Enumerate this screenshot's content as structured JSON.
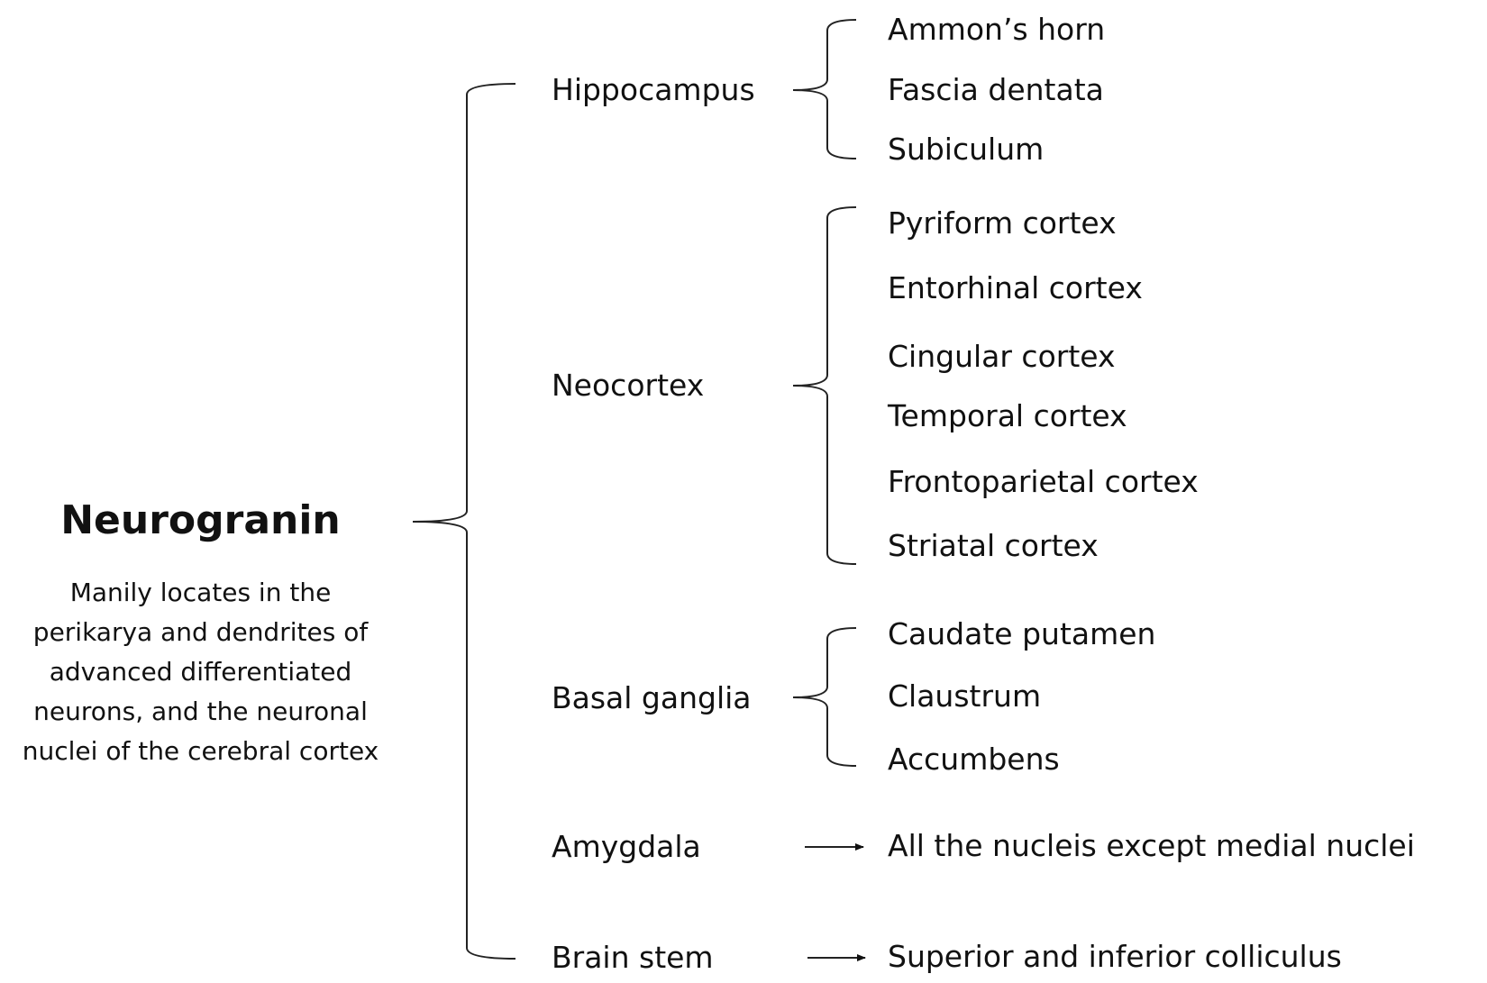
{
  "root": {
    "title": "Neurogranin",
    "description_lines": [
      "Manily locates in the",
      "perikarya and dendrites of",
      "advanced differentiated",
      "neurons, and the neuronal",
      "nuclei of the cerebral cortex"
    ]
  },
  "regions": [
    {
      "label": "Hippocampus",
      "connector": "brace",
      "children": [
        "Ammon’s horn",
        "Fascia dentata",
        "Subiculum"
      ]
    },
    {
      "label": "Neocortex",
      "connector": "brace",
      "children": [
        "Pyriform cortex",
        "Entorhinal cortex",
        "Cingular cortex",
        "Temporal cortex",
        "Frontoparietal cortex",
        "Striatal cortex"
      ]
    },
    {
      "label": "Basal ganglia",
      "connector": "brace",
      "children": [
        "Caudate putamen",
        "Claustrum",
        "Accumbens"
      ]
    },
    {
      "label": "Amygdala",
      "connector": "arrow",
      "children": [
        "All the nucleis except medial nuclei"
      ]
    },
    {
      "label": "Brain stem",
      "connector": "arrow",
      "children": [
        "Superior and inferior colliculus"
      ]
    }
  ]
}
